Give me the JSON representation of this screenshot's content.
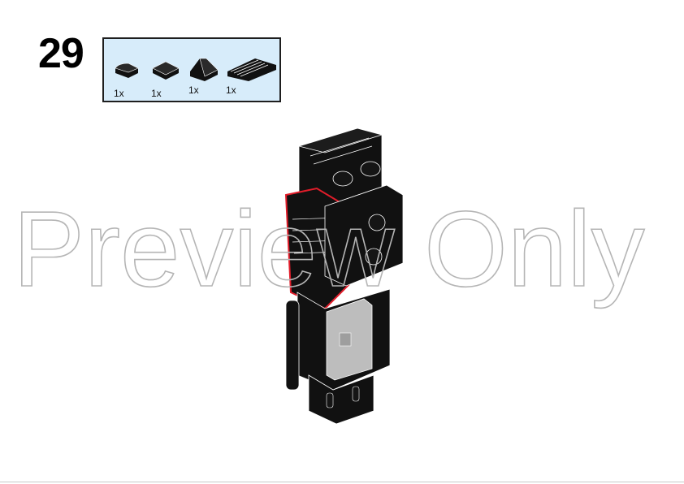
{
  "step": {
    "number": "29"
  },
  "parts": [
    {
      "icon": "quarter-round-tile-icon",
      "qty": "1x"
    },
    {
      "icon": "square-tile-icon",
      "qty": "1x"
    },
    {
      "icon": "slope-brick-icon",
      "qty": "1x"
    },
    {
      "icon": "grille-plate-icon",
      "qty": "1x"
    }
  ],
  "watermark": {
    "text": "Preview Only"
  },
  "colors": {
    "parts_background": "#d7ecfa",
    "brick": "#111111",
    "highlight": "#e11d2a",
    "light_gray": "#bdbdbd"
  }
}
